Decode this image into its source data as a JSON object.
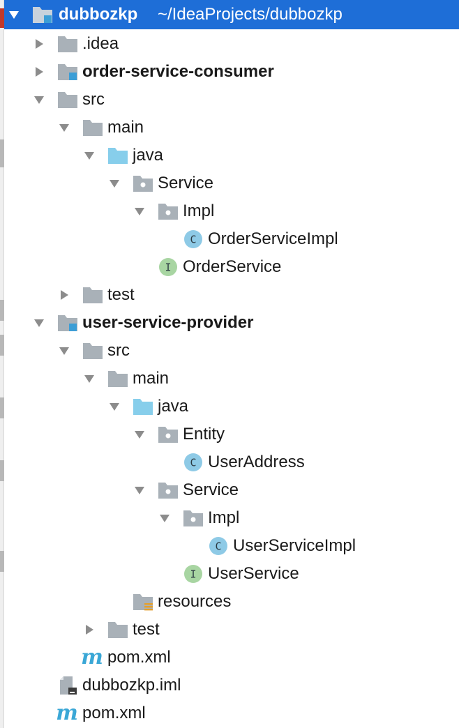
{
  "colors": {
    "selection": "#1e6ed7",
    "folder": "#a9b1b8",
    "source_folder": "#87ceeb",
    "module_marker": "#3c9ed6",
    "class_icon": "#8ecae6",
    "interface_icon": "#a8d5a2",
    "maven_m": "#3aa7d6",
    "resources_lines": "#e5a02c"
  },
  "project_tree": {
    "root": {
      "name": "dubbozkp",
      "path": "~/IdeaProjects/dubbozkp",
      "icon": "module-folder-icon",
      "expanded": true
    },
    "items": [
      {
        "name": ".idea",
        "icon": "folder-icon",
        "arrow": "right",
        "level": 1
      },
      {
        "name": "order-service-consumer",
        "icon": "module-folder-icon",
        "arrow": "right",
        "level": 1,
        "bold": true
      },
      {
        "name": "src",
        "icon": "folder-icon",
        "arrow": "down",
        "level": 1
      },
      {
        "name": "main",
        "icon": "folder-icon",
        "arrow": "down",
        "level": 2
      },
      {
        "name": "java",
        "icon": "source-folder-icon",
        "arrow": "down",
        "level": 3
      },
      {
        "name": "Service",
        "icon": "package-icon",
        "arrow": "down",
        "level": 4
      },
      {
        "name": "Impl",
        "icon": "package-icon",
        "arrow": "down",
        "level": 5
      },
      {
        "name": "OrderServiceImpl",
        "icon": "class-icon",
        "arrow": "none",
        "level": 6,
        "glyph": "C"
      },
      {
        "name": "OrderService",
        "icon": "interface-icon",
        "arrow": "none",
        "level": 5,
        "glyph": "I"
      },
      {
        "name": "test",
        "icon": "folder-icon",
        "arrow": "right",
        "level": 2
      },
      {
        "name": "user-service-provider",
        "icon": "module-folder-icon",
        "arrow": "down",
        "level": 1,
        "bold": true
      },
      {
        "name": "src",
        "icon": "folder-icon",
        "arrow": "down",
        "level": 2
      },
      {
        "name": "main",
        "icon": "folder-icon",
        "arrow": "down",
        "level": 3
      },
      {
        "name": "java",
        "icon": "source-folder-icon",
        "arrow": "down",
        "level": 4
      },
      {
        "name": "Entity",
        "icon": "package-icon",
        "arrow": "down",
        "level": 5
      },
      {
        "name": "UserAddress",
        "icon": "class-icon",
        "arrow": "none",
        "level": 6,
        "glyph": "C"
      },
      {
        "name": "Service",
        "icon": "package-icon",
        "arrow": "down",
        "level": 5
      },
      {
        "name": "Impl",
        "icon": "package-icon",
        "arrow": "down",
        "level": 6
      },
      {
        "name": "UserServiceImpl",
        "icon": "class-icon",
        "arrow": "none",
        "level": 7,
        "glyph": "C"
      },
      {
        "name": "UserService",
        "icon": "interface-icon",
        "arrow": "none",
        "level": 6,
        "glyph": "I"
      },
      {
        "name": "resources",
        "icon": "resources-folder-icon",
        "arrow": "none",
        "level": 4
      },
      {
        "name": "test",
        "icon": "folder-icon",
        "arrow": "right",
        "level": 3
      },
      {
        "name": "pom.xml",
        "icon": "maven-icon",
        "arrow": "none",
        "level": 2,
        "glyph": "m"
      },
      {
        "name": "dubbozkp.iml",
        "icon": "iml-file-icon",
        "arrow": "none",
        "level": 1
      },
      {
        "name": "pom.xml",
        "icon": "maven-icon",
        "arrow": "none",
        "level": 1,
        "glyph": "m"
      }
    ]
  }
}
